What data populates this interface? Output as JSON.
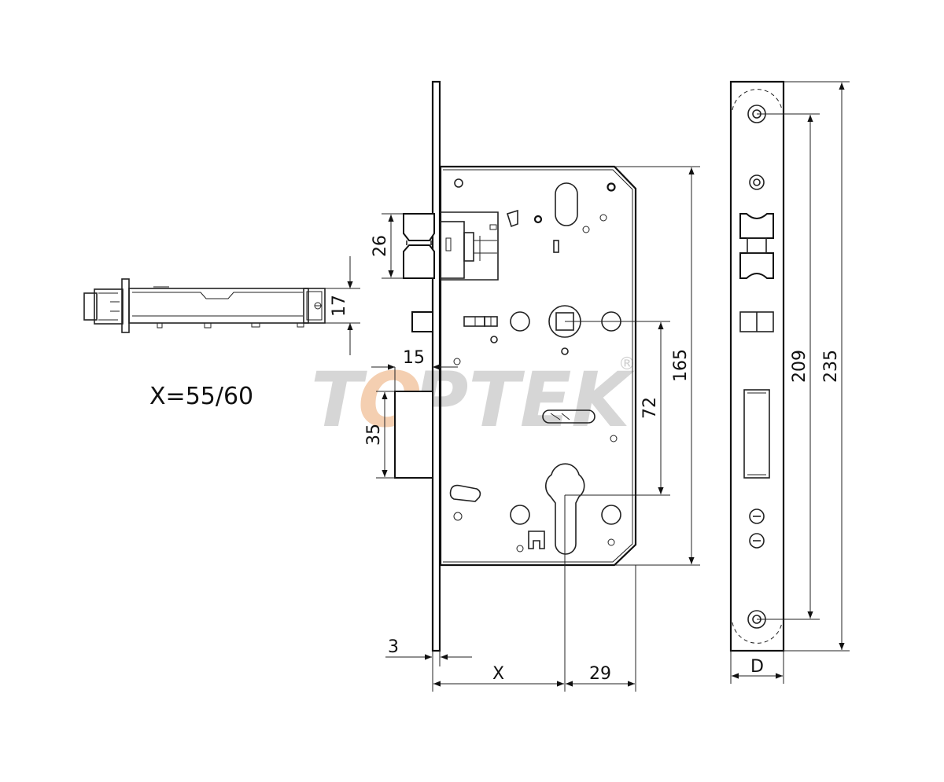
{
  "formula": "X=55/60",
  "watermark": {
    "first": "T",
    "o": "O",
    "rest": "PTEK",
    "registered": "®"
  },
  "dimensions": {
    "d26": "26",
    "d17": "17",
    "d15": "15",
    "d35": "35",
    "d3": "3",
    "dx": "X",
    "d29": "29",
    "d72": "72",
    "d165": "165",
    "d209": "209",
    "d235": "235",
    "dd": "D"
  },
  "colors": {
    "line": "#222222",
    "watermark_gray": "#cfcfcf",
    "watermark_orange": "#f3c7a4"
  }
}
